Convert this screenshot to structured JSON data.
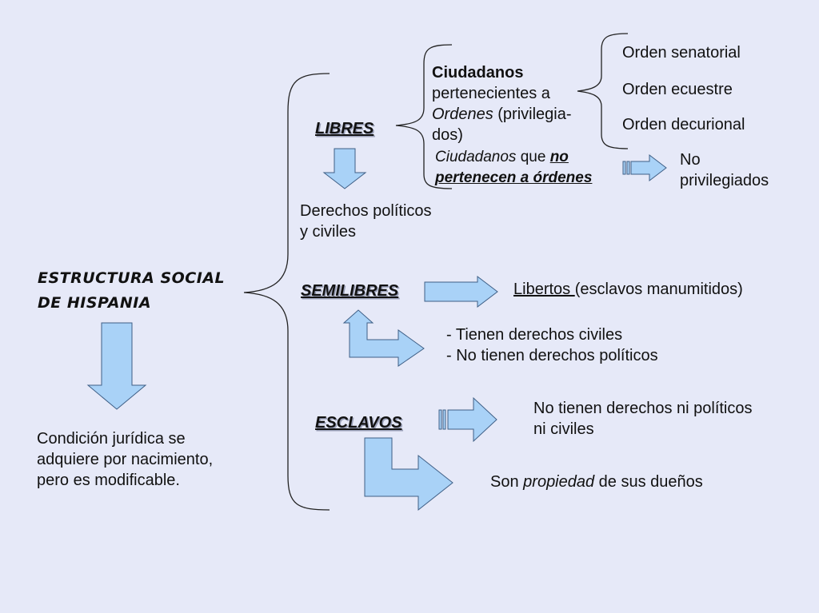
{
  "title": {
    "line1": "ESTRUCTURA SOCIAL",
    "line2": "DE HISPANIA"
  },
  "condicion": {
    "line1": "Condición jurídica se",
    "line2": "adquiere por nacimiento,",
    "line3": "pero es modificable."
  },
  "libres": {
    "label": "LIBRES",
    "derechos_line1": "Derechos políticos",
    "derechos_line2": "y civiles",
    "ciudadanos_bold": "Ciudadanos",
    "ciudadanos_line2": "pertenecientes a",
    "ciudadanos_italic": "Ordenes",
    "ciudadanos_line3_rest": " (privilegia-",
    "ciudadanos_line4": "dos)",
    "ordenes": [
      "Orden senatorial",
      "Orden ecuestre",
      "Orden decurional"
    ],
    "no_pert_italic": "Ciudadanos",
    "no_pert_que": " que ",
    "no_pert_no": "no",
    "no_pert_line2": "pertenecen a órdenes",
    "no_priv_line1": "No",
    "no_priv_line2": "privilegiados"
  },
  "semilibres": {
    "label": "SEMILIBRES",
    "libertos_u": "Libertos ",
    "libertos_rest": "(esclavos manumitidos)",
    "civiles": "- Tienen derechos civiles",
    "politicos": "- No tienen derechos políticos"
  },
  "esclavos": {
    "label": "ESCLAVOS",
    "no_derechos_line1": "No tienen derechos ni políticos",
    "no_derechos_line2": "ni civiles",
    "son": "Son ",
    "propiedad": "propiedad",
    "duenos": " de sus dueños"
  },
  "colors": {
    "background": "#e6e9f8",
    "arrow_fill": "#a9d2f7",
    "arrow_stroke": "#3f5f86"
  }
}
